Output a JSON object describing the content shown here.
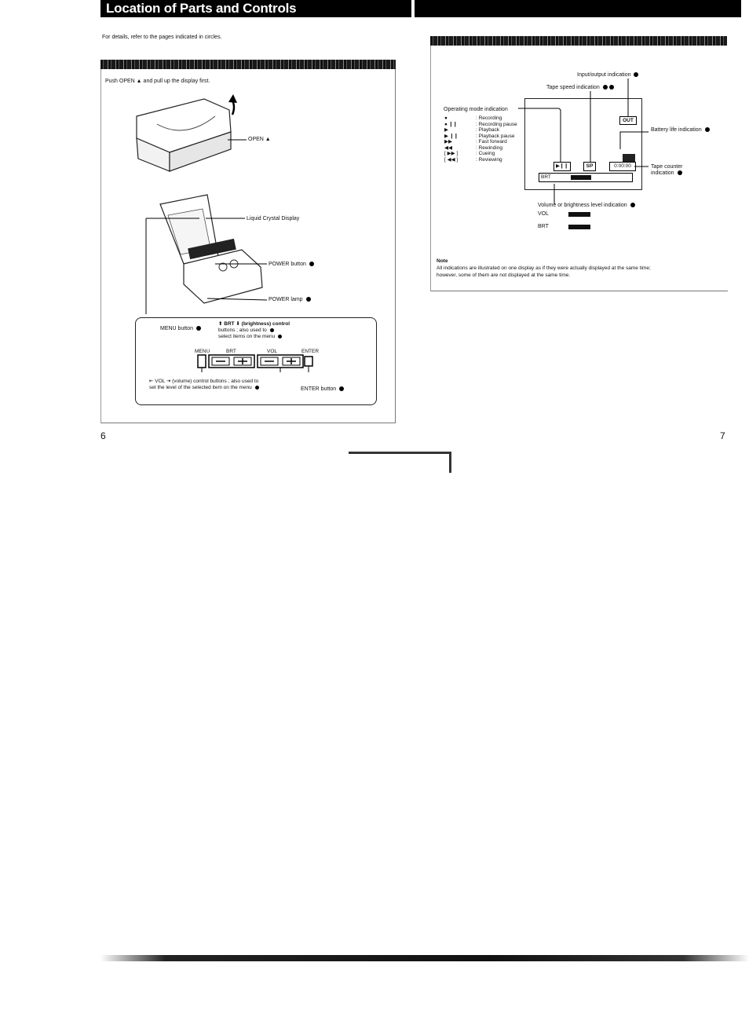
{
  "header": {
    "title": "Location of Parts and Controls"
  },
  "intro": "For details, refer to the pages indicated in circles.",
  "left_panel": {
    "instruction": "Push OPEN ▲ and pull up the display first.",
    "labels": {
      "open": "OPEN ▲",
      "lcd": "Liquid Crystal Display",
      "power_button": "POWER button",
      "power_lamp": "POWER lamp",
      "menu_button": "MENU button",
      "brt_line1": "⬆ BRT ⬇ (brightness) control",
      "brt_line2": "buttons ; also used to",
      "brt_line3": "select items on the menu",
      "vol_line1": "⇤ VOL ⇥ (volume) control buttons ; also used to",
      "vol_line2": "set the level of the selected item on the menu",
      "enter_button": "ENTER button",
      "key_menu": "MENU",
      "key_brt": "BRT",
      "key_vol": "VOL",
      "key_enter": "ENTER"
    }
  },
  "right_panel": {
    "labels": {
      "input_output": "Input/output indication",
      "tape_speed": "Tape speed indication",
      "operating_mode": "Operating mode indication",
      "battery": "Battery life indication",
      "tape_counter_1": "Tape counter",
      "tape_counter_2": "indication",
      "volume_brightness": "Volume or brightness level indication",
      "vol": "VOL",
      "brt": "BRT"
    },
    "modes": [
      {
        "sym": "●",
        "text": ": Recording"
      },
      {
        "sym": "● ❙❙",
        "text": ": Recording pause"
      },
      {
        "sym": "▶",
        "text": ": Playback"
      },
      {
        "sym": "▶ ❙❙",
        "text": ": Playback pause"
      },
      {
        "sym": "▶▶",
        "text": ": Fast forward"
      },
      {
        "sym": "◀◀",
        "text": ": Rewinding"
      },
      {
        "sym": "[ ▶▶ ]",
        "text": ": Cueing"
      },
      {
        "sym": "[ ◀◀ ]",
        "text": ": Reviewing"
      }
    ],
    "screen": {
      "io": "OUT",
      "mode": "▶❙❙",
      "speed": "SP",
      "counter": "0:00:00",
      "bar_label": "BRT"
    },
    "note_title": "Note",
    "note_line1": "All indications are illustrated on one display as if they were actually displayed at the same time;",
    "note_line2": "however, some of them are not displayed at the same time."
  },
  "page_numbers": {
    "left": "6",
    "right": "7"
  }
}
